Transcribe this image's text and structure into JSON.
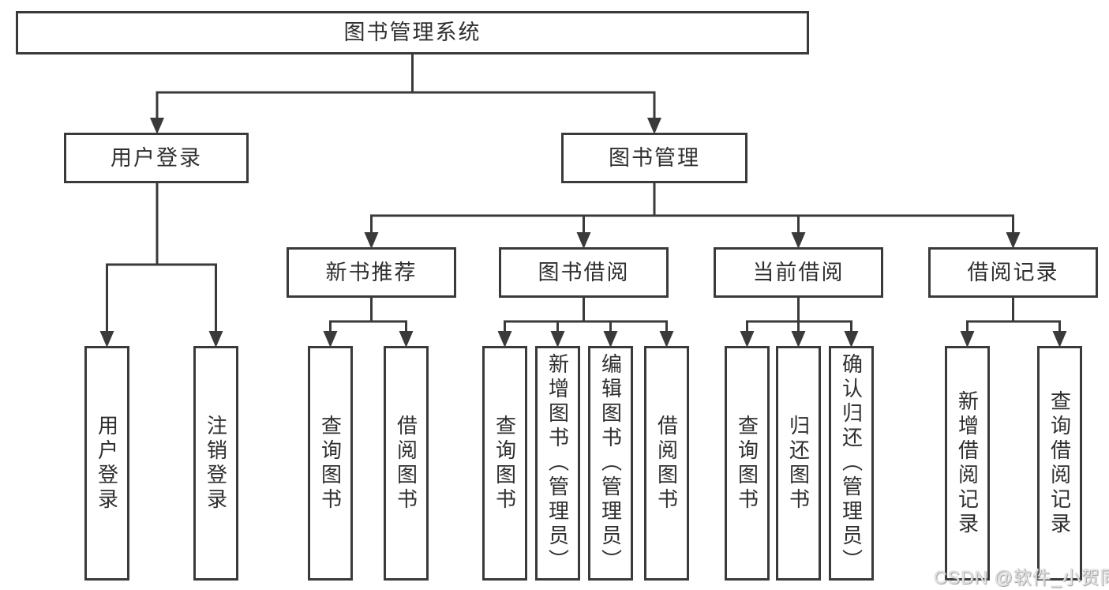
{
  "diagram": {
    "root": {
      "label": "图书管理系统"
    },
    "level2": {
      "user_login": {
        "label": "用户登录"
      },
      "book_mgmt": {
        "label": "图书管理"
      }
    },
    "level3": {
      "new_books": {
        "label": "新书推荐"
      },
      "book_borrow": {
        "label": "图书借阅"
      },
      "current_borrow": {
        "label": "当前借阅"
      },
      "borrow_records": {
        "label": "借阅记录"
      }
    },
    "leaves": {
      "user_login": [
        "用户登录",
        "注销登录"
      ],
      "new_books": [
        "查询图书",
        "借阅图书"
      ],
      "book_borrow": [
        "查询图书",
        "新增图书（管理员）",
        "编辑图书（管理员）",
        "借阅图书"
      ],
      "current_borrow": [
        "查询图书",
        "归还图书",
        "确认归还（管理员）"
      ],
      "borrow_records": [
        "新增借阅记录",
        "查询借阅记录"
      ]
    }
  },
  "watermark": {
    "text": "CSDN @软件_小贺同学"
  },
  "colors": {
    "line": "#3a3a3a",
    "text": "#2f2f2f",
    "background": "#ffffff",
    "watermark": "#e3e3e3"
  }
}
